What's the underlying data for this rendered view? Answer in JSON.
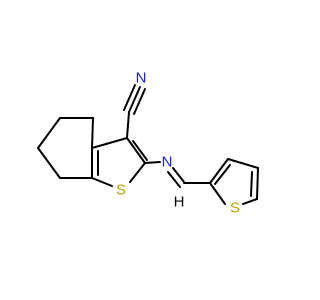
{
  "molecule": {
    "atoms": {
      "nitrile_n": {
        "symbol": "N",
        "color": "#1a1aff"
      },
      "imine_n": {
        "symbol": "N",
        "color": "#1a1aff"
      },
      "ring_s": {
        "symbol": "S",
        "color": "#b8a200"
      },
      "thiophene_s": {
        "symbol": "S",
        "color": "#b8a200"
      },
      "methine_h": {
        "symbol": "H",
        "color": "#000000"
      }
    },
    "bond_color": "#000000"
  }
}
